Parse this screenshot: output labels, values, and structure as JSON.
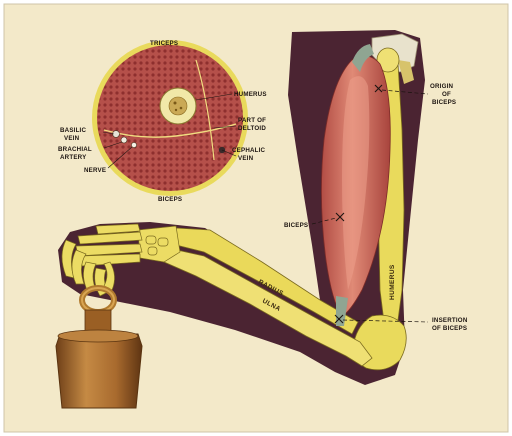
{
  "labels": {
    "triceps": "TRICEPS",
    "humerus_cs": "HUMERUS",
    "part_of_deltoid_1": "PART OF",
    "part_of_deltoid_2": "DELTOID",
    "basilic_vein_1": "BASILIC",
    "basilic_vein_2": "VEIN",
    "brachial_artery_1": "BRACHIAL",
    "brachial_artery_2": "ARTERY",
    "nerve": "NERVE",
    "cephalic_vein_1": "CEPHALIC",
    "cephalic_vein_2": "VEIN",
    "biceps_cs": "BICEPS",
    "origin_1": "ORIGIN",
    "origin_2": "OF",
    "origin_3": "BICEPS",
    "biceps_arm": "BICEPS",
    "insertion_1": "INSERTION",
    "insertion_2": "OF BICEPS",
    "radius": "RADIUS",
    "ulna": "ULNA",
    "humerus_arm": "HUMERUS"
  },
  "colors": {
    "background": "#f3e9c9",
    "silhouette": "#4b2432",
    "muscle": "#cd6b5a",
    "bone": "#e9da5c",
    "weight": "#a86a2e"
  }
}
